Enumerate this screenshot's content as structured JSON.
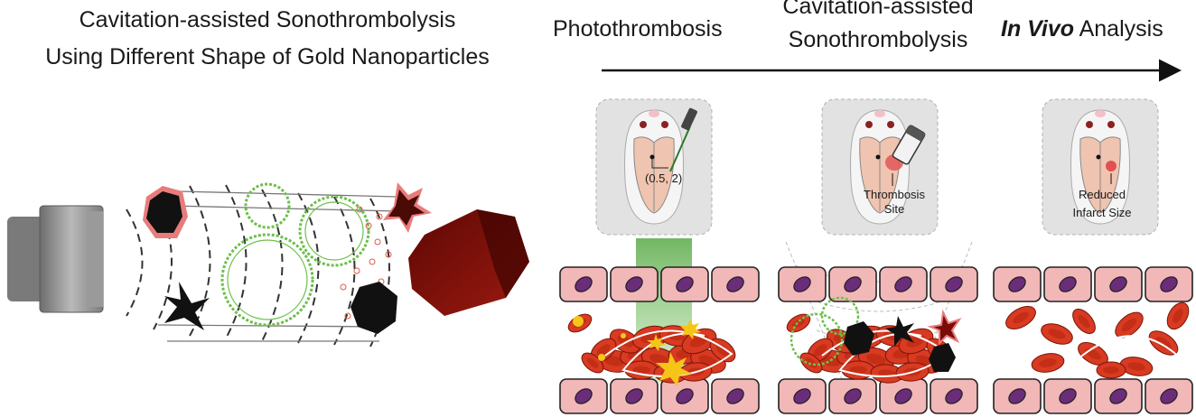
{
  "left_title": {
    "line1": "Cavitation-assisted Sonothrombolysis",
    "line2": "Using Different Shape of Gold Nanoparticles"
  },
  "timeline": {
    "step1": "Photothrombosis",
    "step2_line1": "Cavitation-assisted",
    "step2_line2": "Sonothrombolysis",
    "step3_emph": "In Vivo",
    "step3_rest": " Analysis"
  },
  "panels": {
    "coordinate_label": "(0.5, 2)",
    "thrombosis_line1": "Thrombosis",
    "thrombosis_line2": "Site",
    "infarct_line1": "Reduced",
    "infarct_line2": "Infarct Size"
  },
  "colors": {
    "cell_fill": "#f2b7b7",
    "nucleus": "#6b2d7a",
    "rbc": "#d83a22",
    "clot_dark": "#7a0c08",
    "bubble": "#6cc04a",
    "laser": "#7ec36a",
    "flash": "#f5c518",
    "transducer": "#8a8a8a"
  }
}
